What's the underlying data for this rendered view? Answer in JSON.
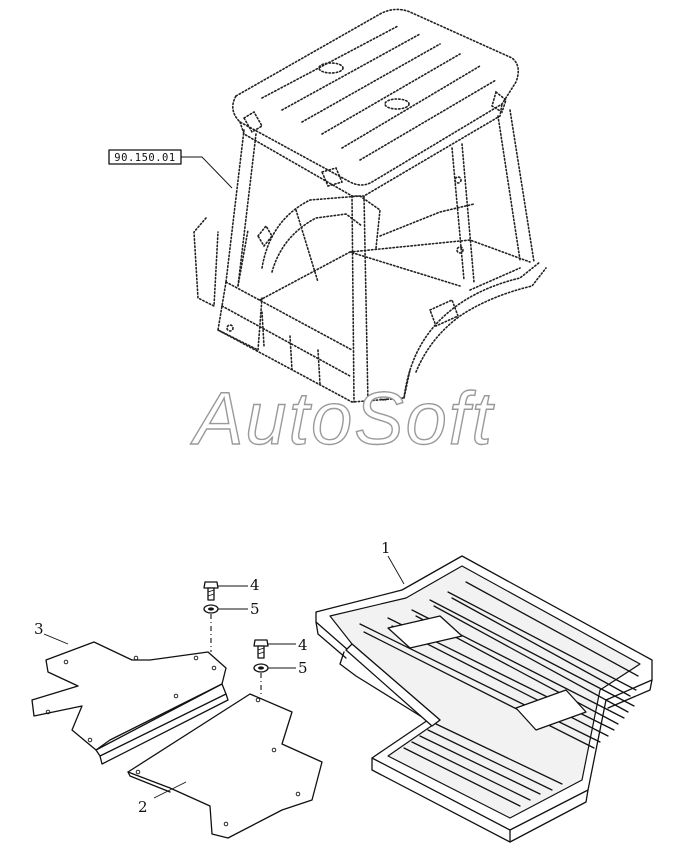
{
  "reference_box": "90.150.01",
  "watermark": "AutoSoft",
  "callouts": {
    "c1": "1",
    "c2": "2",
    "c3": "3",
    "c4a": "4",
    "c5a": "5",
    "c4b": "4",
    "c5b": "5"
  }
}
